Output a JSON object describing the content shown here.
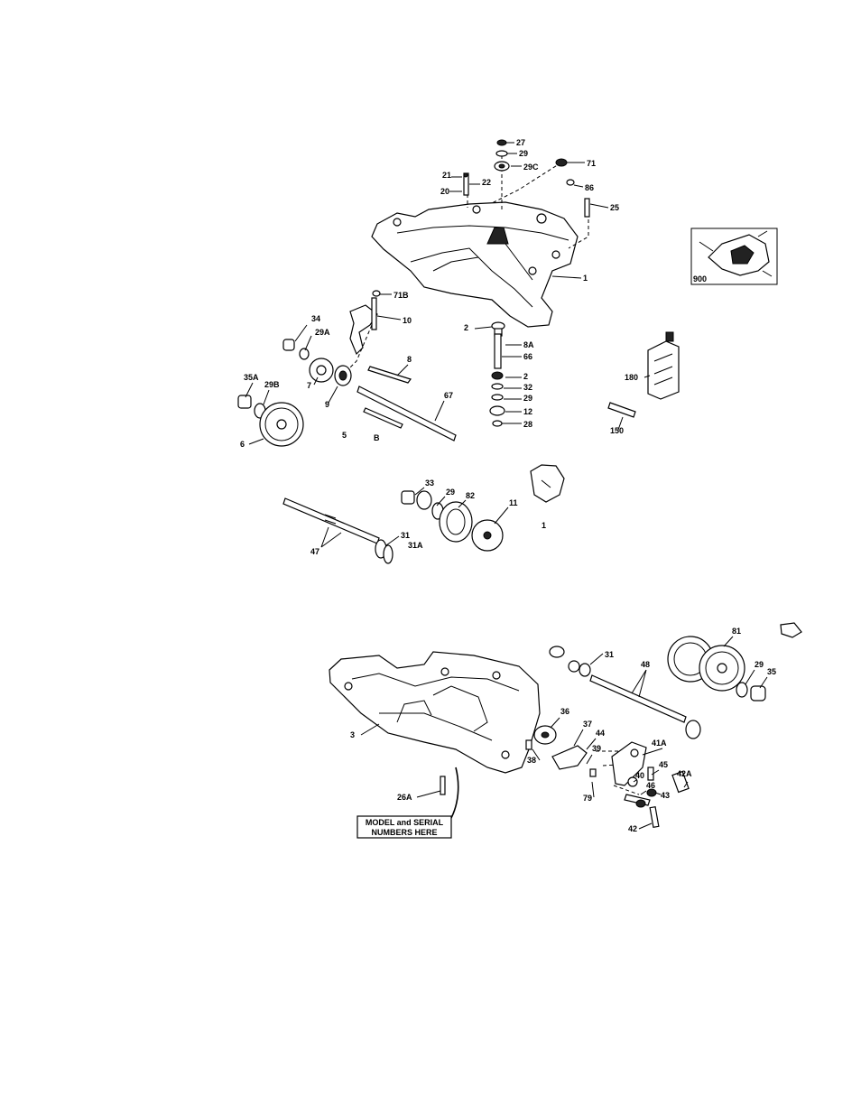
{
  "upper": {
    "labels": [
      {
        "id": "27",
        "t": "27"
      },
      {
        "id": "29_top",
        "t": "29"
      },
      {
        "id": "29C",
        "t": "29C"
      },
      {
        "id": "71",
        "t": "71"
      },
      {
        "id": "21",
        "t": "21"
      },
      {
        "id": "22",
        "t": "22"
      },
      {
        "id": "20",
        "t": "20"
      },
      {
        "id": "86",
        "t": "86"
      },
      {
        "id": "25",
        "t": "25"
      },
      {
        "id": "1",
        "t": "1"
      },
      {
        "id": "900",
        "t": "900"
      },
      {
        "id": "71B",
        "t": "71B"
      },
      {
        "id": "10",
        "t": "10"
      },
      {
        "id": "34",
        "t": "34"
      },
      {
        "id": "29A",
        "t": "29A"
      },
      {
        "id": "2_top",
        "t": "2"
      },
      {
        "id": "8A",
        "t": "8A"
      },
      {
        "id": "66",
        "t": "66"
      },
      {
        "id": "8",
        "t": "8"
      },
      {
        "id": "7",
        "t": "7"
      },
      {
        "id": "9",
        "t": "9"
      },
      {
        "id": "35A",
        "t": "35A"
      },
      {
        "id": "29B",
        "t": "29B"
      },
      {
        "id": "2_low",
        "t": "2"
      },
      {
        "id": "32",
        "t": "32"
      },
      {
        "id": "29_mid",
        "t": "29"
      },
      {
        "id": "12",
        "t": "12"
      },
      {
        "id": "28",
        "t": "28"
      },
      {
        "id": "67",
        "t": "67"
      },
      {
        "id": "180",
        "t": "180"
      },
      {
        "id": "150",
        "t": "150"
      },
      {
        "id": "6",
        "t": "6"
      },
      {
        "id": "5",
        "t": "5"
      },
      {
        "id": "B",
        "t": "B"
      }
    ]
  },
  "middle": {
    "labels": [
      {
        "id": "33",
        "t": "33"
      },
      {
        "id": "29",
        "t": "29"
      },
      {
        "id": "82",
        "t": "82"
      },
      {
        "id": "11",
        "t": "11"
      },
      {
        "id": "1b",
        "t": "1"
      },
      {
        "id": "31",
        "t": "31"
      },
      {
        "id": "31A",
        "t": "31A"
      },
      {
        "id": "47",
        "t": "47"
      }
    ]
  },
  "lower": {
    "labels": [
      {
        "id": "31",
        "t": "31"
      },
      {
        "id": "48",
        "t": "48"
      },
      {
        "id": "81",
        "t": "81"
      },
      {
        "id": "29",
        "t": "29"
      },
      {
        "id": "35",
        "t": "35"
      },
      {
        "id": "3",
        "t": "3"
      },
      {
        "id": "36",
        "t": "36"
      },
      {
        "id": "37",
        "t": "37"
      },
      {
        "id": "44",
        "t": "44"
      },
      {
        "id": "39",
        "t": "39"
      },
      {
        "id": "38",
        "t": "38"
      },
      {
        "id": "41A",
        "t": "41A"
      },
      {
        "id": "45",
        "t": "45"
      },
      {
        "id": "42A",
        "t": "42A"
      },
      {
        "id": "40",
        "t": "40"
      },
      {
        "id": "46",
        "t": "46"
      },
      {
        "id": "43",
        "t": "43"
      },
      {
        "id": "79",
        "t": "79"
      },
      {
        "id": "42",
        "t": "42"
      },
      {
        "id": "26A",
        "t": "26A"
      }
    ],
    "model_box": {
      "line1": "MODEL and SERIAL",
      "line2": "NUMBERS HERE"
    }
  }
}
